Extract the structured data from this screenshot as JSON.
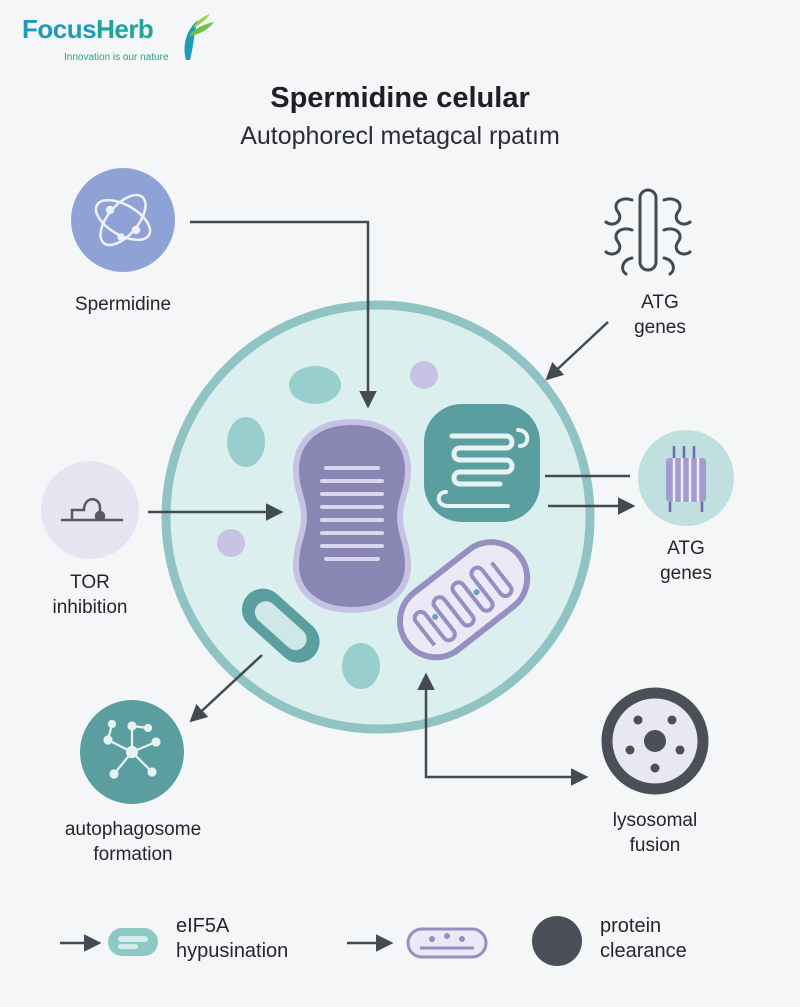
{
  "brand": {
    "name_part1": "Focus",
    "name_part2": "Herb",
    "tagline": "Innovation is our nature"
  },
  "header": {
    "title": "Spermidine celular",
    "subtitle": "Autophorecl metagcal rpatım"
  },
  "nodes": {
    "spermidine": {
      "label": "Spermidine"
    },
    "atg_top": {
      "line1": "ATG",
      "line2": "genes"
    },
    "atg_right": {
      "line1": "ATG",
      "line2": "genes"
    },
    "tor": {
      "line1": "TOR",
      "line2": "inhibition"
    },
    "autophagosome": {
      "line1": "autophagosome",
      "line2": "formation"
    },
    "lysosomal": {
      "line1": "lysosomal",
      "line2": "fusion"
    }
  },
  "legend": {
    "eif5a": {
      "line1": "eIF5A",
      "line2": "hypusination"
    },
    "protein": {
      "line1": "protein",
      "line2": "clearance"
    }
  },
  "colors": {
    "cell_fill": "#dcefef",
    "cell_border": "#8fc3c4",
    "nucleus": "#8a86b4",
    "teal": "#5a9ea0",
    "lavender": "#b5aed6",
    "arrow": "#444a52",
    "dark": "#4a4f58"
  }
}
